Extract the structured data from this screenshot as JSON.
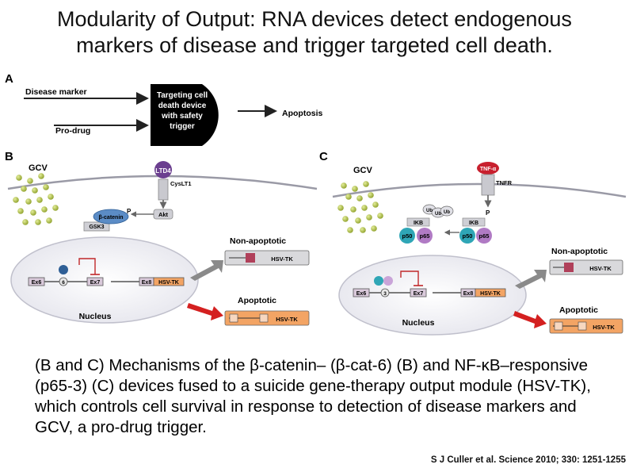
{
  "title": {
    "line1": "Modularity of Output: RNA devices detect endogenous",
    "line2": "markers of disease and trigger targeted cell death."
  },
  "panel_a": {
    "letter": "A",
    "input1": "Disease marker",
    "input2": "Pro-drug",
    "device_lines": [
      "Targeting cell",
      "death device",
      "with safety",
      "trigger"
    ],
    "output": "Apoptosis"
  },
  "panel_b": {
    "letter": "B",
    "drug": "GCV",
    "ligand": "LTD4",
    "receptor": "CysLT1",
    "protein1": "β-catenin",
    "protein2": "GSK3",
    "kinase": "Akt",
    "phospho": "P",
    "exon1": "Ex6",
    "exon2": "Ex7",
    "exon3": "Ex8",
    "module": "HSV-TK",
    "nucleus": "Nucleus",
    "nonapoptotic": "Non-apoptotic",
    "apoptotic": "Apoptotic",
    "circle": "6"
  },
  "panel_c": {
    "letter": "C",
    "drug": "GCV",
    "ligand": "TNF-α",
    "receptor": "TNFR",
    "ub": "Ub",
    "ikb": "IKB",
    "p50": "p50",
    "p65": "p65",
    "phospho": "P",
    "exon1": "Ex6",
    "exon2": "Ex7",
    "exon3": "Ex8",
    "module": "HSV-TK",
    "nucleus": "Nucleus",
    "nonapoptotic": "Non-apoptotic",
    "apoptotic": "Apoptotic",
    "circle": "3"
  },
  "caption": "(B and C) Mechanisms of the β-catenin– (β-cat-6) (B) and NF-κB–responsive (p65-3) (C) devices fused to a suicide gene-therapy output module (HSV-TK), which controls cell survival in response to detection of disease markers and GCV, a pro-drug trigger.",
  "citation": "S J Culler et al. Science 2010; 330: 1251-1255",
  "colors": {
    "dot": "#a6b834",
    "arrow_gray": "#8a8a8a",
    "arrow_red": "#d42020",
    "module_gray": "#d9d9dc",
    "module_orange": "#f3a464",
    "beta_catenin": "#5b8cc6",
    "tnf": "#c8202e",
    "ltd": "#6b3f8f"
  }
}
